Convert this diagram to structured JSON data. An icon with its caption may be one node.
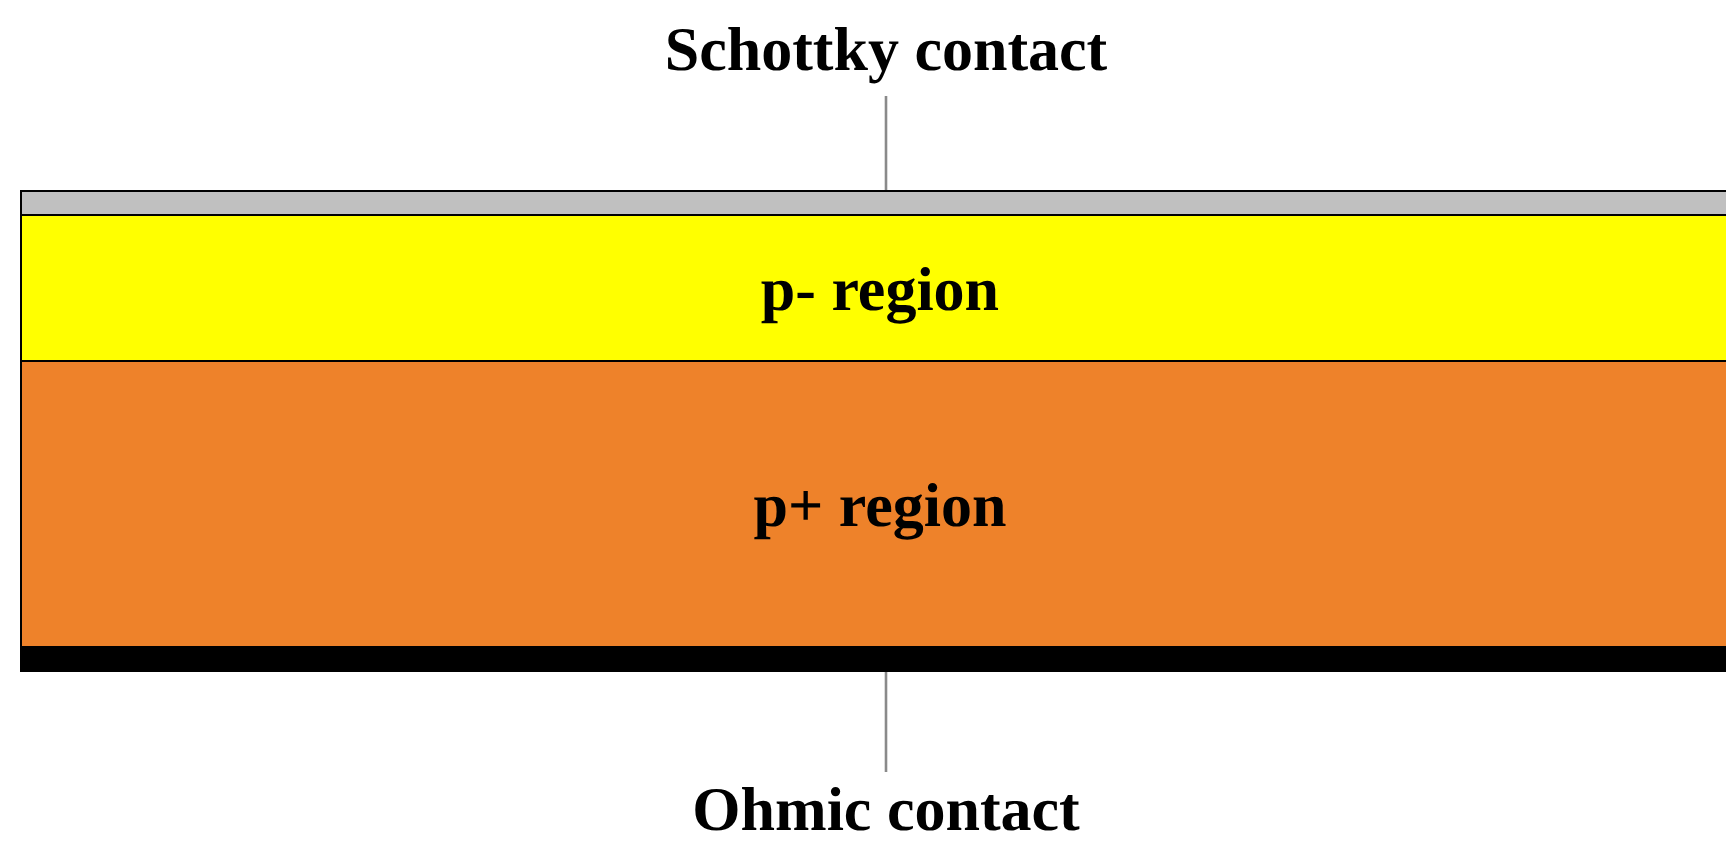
{
  "diagram": {
    "nodes": [
      {
        "text": [
          "Schottky contact"
        ]
      },
      {
        "text": [],
        "shape": "bar"
      },
      {
        "text": [
          "p- region"
        ]
      },
      {
        "text": [
          "p+ region"
        ]
      },
      {
        "text": [],
        "shape": "bar"
      },
      {
        "text": [
          "Ohmic contact"
        ]
      }
    ],
    "edges": [
      {
        "from": 0,
        "to": 1,
        "arrow": "none"
      },
      {
        "from": 5,
        "to": 4,
        "arrow": "none"
      }
    ]
  }
}
